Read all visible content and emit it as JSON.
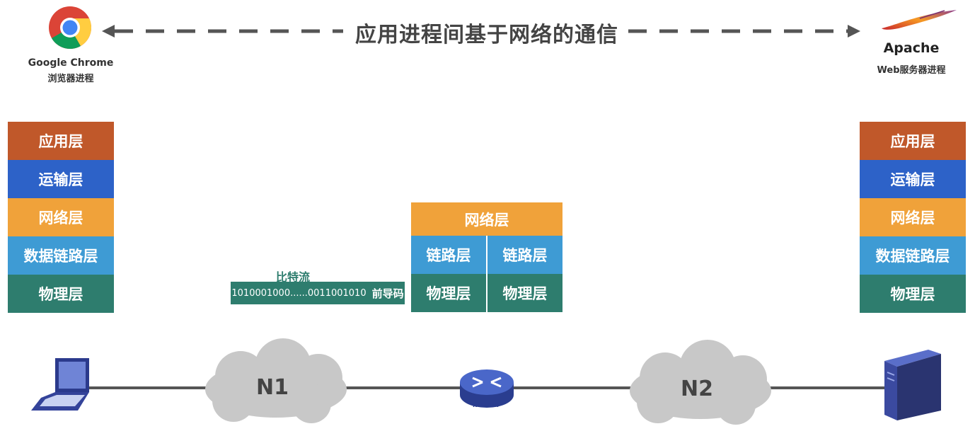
{
  "title": "应用进程间基于网络的通信",
  "client": {
    "app_name": "Google Chrome",
    "process_label": "浏览器进程"
  },
  "server": {
    "app_name": "Apache",
    "process_label": "Web服务器进程"
  },
  "left_stack": [
    "应用层",
    "运输层",
    "网络层",
    "数据链路层",
    "物理层"
  ],
  "right_stack": [
    "应用层",
    "运输层",
    "网络层",
    "数据链路层",
    "物理层"
  ],
  "router_stack": {
    "network": "网络层",
    "link_left": "链路层",
    "link_right": "链路层",
    "phys_left": "物理层",
    "phys_right": "物理层"
  },
  "bitstream": {
    "label": "比特流",
    "bits": "1010001000......0011001010",
    "preamble": "前导码"
  },
  "networks": {
    "n1": "N1",
    "n2": "N2",
    "router_label": "ROUTER"
  },
  "colors": {
    "application": "#c0582a",
    "transport": "#2d62c8",
    "network": "#f0a23a",
    "datalink": "#3e9bd4",
    "physical": "#2e7d6e"
  }
}
